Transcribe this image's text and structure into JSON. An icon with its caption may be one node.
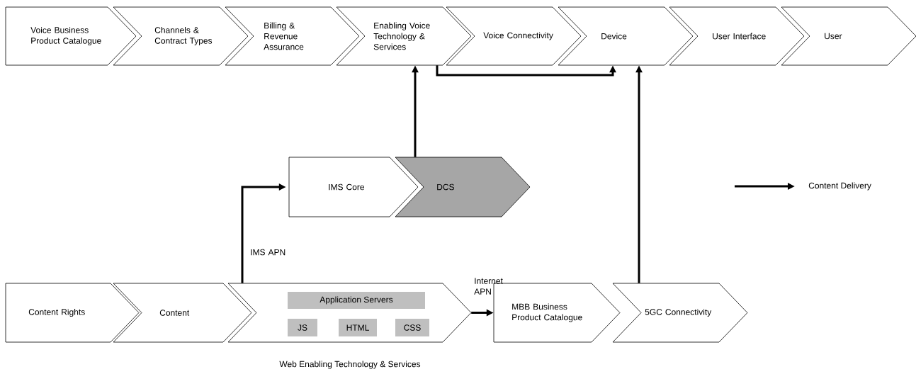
{
  "diagram": {
    "nodes": [
      {
        "text": [
          "Voice Business Product Catalogue"
        ]
      },
      {
        "text": [
          "Channels & Contract Types"
        ]
      },
      {
        "text": [
          "Billing & Revenue Assurance"
        ]
      },
      {
        "text": [
          "Enabling Voice Technology & Services"
        ]
      },
      {
        "text": [
          "Voice Connectivity"
        ]
      },
      {
        "text": [
          "Device"
        ]
      },
      {
        "text": [
          "User Interface"
        ]
      },
      {
        "text": [
          "User"
        ]
      },
      {
        "text": [
          "IMS Core"
        ]
      },
      {
        "text": [
          "DCS"
        ]
      },
      {
        "text": [
          "Content Rights"
        ]
      },
      {
        "text": [
          "Content"
        ]
      },
      {
        "text": [
          "Web Enabling Technology & Services"
        ]
      },
      {
        "text": [
          "Application Servers"
        ],
        "in": 12
      },
      {
        "text": [
          "JS"
        ],
        "in": 12
      },
      {
        "text": [
          "HTML"
        ],
        "in": 12
      },
      {
        "text": [
          "CSS"
        ],
        "in": 12
      },
      {
        "text": [
          "MBB Business Product Catalogue"
        ]
      },
      {
        "text": [
          "5GC Connectivity"
        ]
      }
    ],
    "edges": [
      {
        "from": 9,
        "to": 3,
        "arrow": "to"
      },
      {
        "from": 3,
        "to": 5,
        "arrow": "to"
      },
      {
        "from": 18,
        "to": 5,
        "arrow": "to"
      },
      {
        "from": 12,
        "to": 8,
        "arrow": "to",
        "label": "IMS APN"
      },
      {
        "from": 12,
        "to": 17,
        "arrow": "to",
        "label": "Internet APN"
      }
    ],
    "legend": [
      {
        "text": "Content Delivery"
      }
    ]
  }
}
